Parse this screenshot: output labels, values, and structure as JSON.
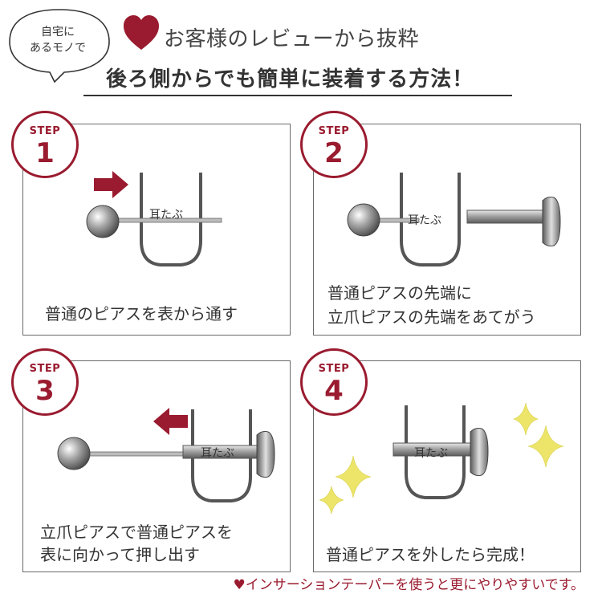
{
  "header": {
    "bubble_line1": "自宅に",
    "bubble_line2": "あるモノで",
    "review_title": "お客様のレビューから抜粋",
    "main_title": "後ろ側からでも簡単に装着する方法！"
  },
  "steps": [
    {
      "label": "STEP",
      "number": "1",
      "ear_label": "耳たぶ",
      "caption_lines": [
        "普通のピアスを表から通す"
      ]
    },
    {
      "label": "STEP",
      "number": "2",
      "ear_label": "耳たぶ",
      "caption_lines": [
        "普通ピアスの先端に",
        "立爪ピアスの先端をあてがう"
      ]
    },
    {
      "label": "STEP",
      "number": "3",
      "ear_label": "耳たぶ",
      "caption_lines": [
        "立爪ピアスで普通ピアスを",
        "表に向かって押し出す"
      ]
    },
    {
      "label": "STEP",
      "number": "4",
      "ear_label": "耳たぶ",
      "caption_lines": [
        "普通ピアスを外したら完成！"
      ]
    }
  ],
  "footer": {
    "text": "♥インサーションテーパーを使うと更にやりやすいです。"
  },
  "colors": {
    "accent": "#9a1b2f",
    "sparkle": "#ece56a",
    "outline": "#555555"
  },
  "icons": [
    "heart-icon",
    "arrow-right-icon",
    "arrow-left-icon",
    "sparkle-icon"
  ]
}
